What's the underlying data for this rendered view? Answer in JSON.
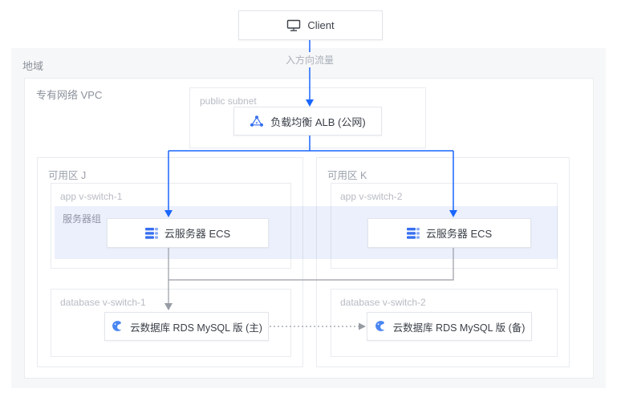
{
  "client": {
    "label": "Client"
  },
  "traffic_label": "入方向流量",
  "region": {
    "label": "地域"
  },
  "vpc": {
    "label": "专有网络 VPC"
  },
  "public_subnet": {
    "label": "public subnet",
    "alb": {
      "label": "负载均衡 ALB (公网)"
    }
  },
  "server_group": {
    "label": "服务器组"
  },
  "zones": [
    {
      "label": "可用区 J",
      "app_vswitch": "app v-switch-1",
      "ecs": "云服务器 ECS",
      "db_vswitch": "database v-switch-1",
      "rds": "云数据库 RDS MySQL 版 (主)"
    },
    {
      "label": "可用区 K",
      "app_vswitch": "app v-switch-2",
      "ecs": "云服务器 ECS",
      "db_vswitch": "database v-switch-2",
      "rds": "云数据库 RDS MySQL 版 (备)"
    }
  ],
  "colors": {
    "accent_blue": "#1a66ff",
    "icon_blue": "#366ff0",
    "line_gray": "#979ca4",
    "region_bg": "#f6f7f8",
    "server_group_bg": "rgba(64,104,224,0.10)"
  }
}
